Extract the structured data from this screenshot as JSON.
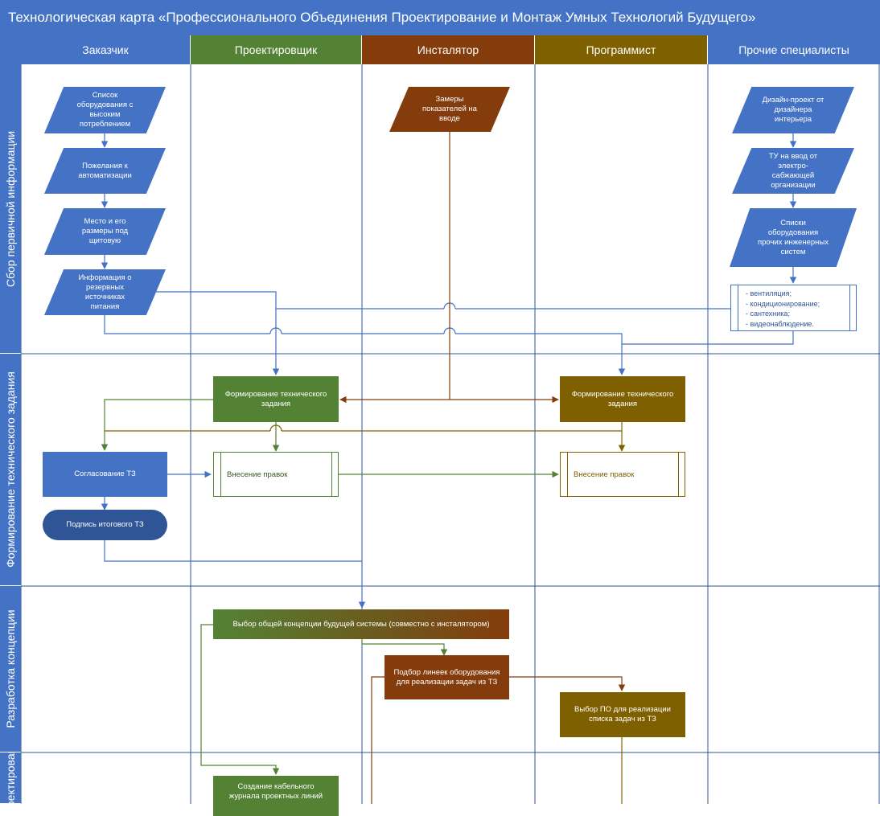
{
  "title": "Технологическая карта «Профессионального Объединения Проектирование и Монтаж Умных Технологий Будущего»",
  "colors": {
    "blue": "#4472C4",
    "navy": "#2F5597",
    "green": "#548235",
    "brown": "#843C0C",
    "olive": "#7F6000",
    "grid": "#2F5597"
  },
  "lanes": [
    {
      "label": "Заказчик",
      "color": "#4472C4"
    },
    {
      "label": "Проектировщик",
      "color": "#548235"
    },
    {
      "label": "Инсталятор",
      "color": "#843C0C"
    },
    {
      "label": "Программист",
      "color": "#7F6000"
    },
    {
      "label": "Прочие специалисты",
      "color": "#4472C4"
    }
  ],
  "phases": [
    {
      "label": "Сбор первичной информации"
    },
    {
      "label": "Формирование технического задания"
    },
    {
      "label": "Разработка концепции"
    },
    {
      "label": "Проектирование"
    }
  ],
  "nodes": {
    "equipment_list": "Список оборудования с высоким потреблением",
    "automation_wishes": "Пожелания к автоматизации",
    "panel_place": "Место и его размеры под щитовую",
    "backup_power": "Информация о резервных источниках питания",
    "input_measurements": "Замеры показателей на вводе",
    "design_project": "Дизайн-проект от дизайнера интерьера",
    "tu_input": "ТУ на ввод от электро-сабжающей организации",
    "other_systems": "Списки оборудования прочих инженерных систем",
    "systems_list": [
      "- вентиляция;",
      "- кондиционирование;",
      "- сантехника;",
      "- видеонаблюдение."
    ],
    "tz_designer": "Формирование технического задания",
    "tz_programmer": "Формирование технического задания",
    "tz_approval": "Согласование ТЗ",
    "edits_designer": "Внесение правок",
    "edits_programmer": "Внесение правок",
    "final_signature": "Подпись итогового ТЗ",
    "concept": "Выбор общей концепции будущей системы (совместно с инсталятором)",
    "equipment_lines": "Подбор линеек оборудования для реализации задач из ТЗ",
    "software_choice": "Выбор ПО для реализации списка задач из ТЗ",
    "cable_journal": "Создание кабельного журнала проектных линий"
  }
}
